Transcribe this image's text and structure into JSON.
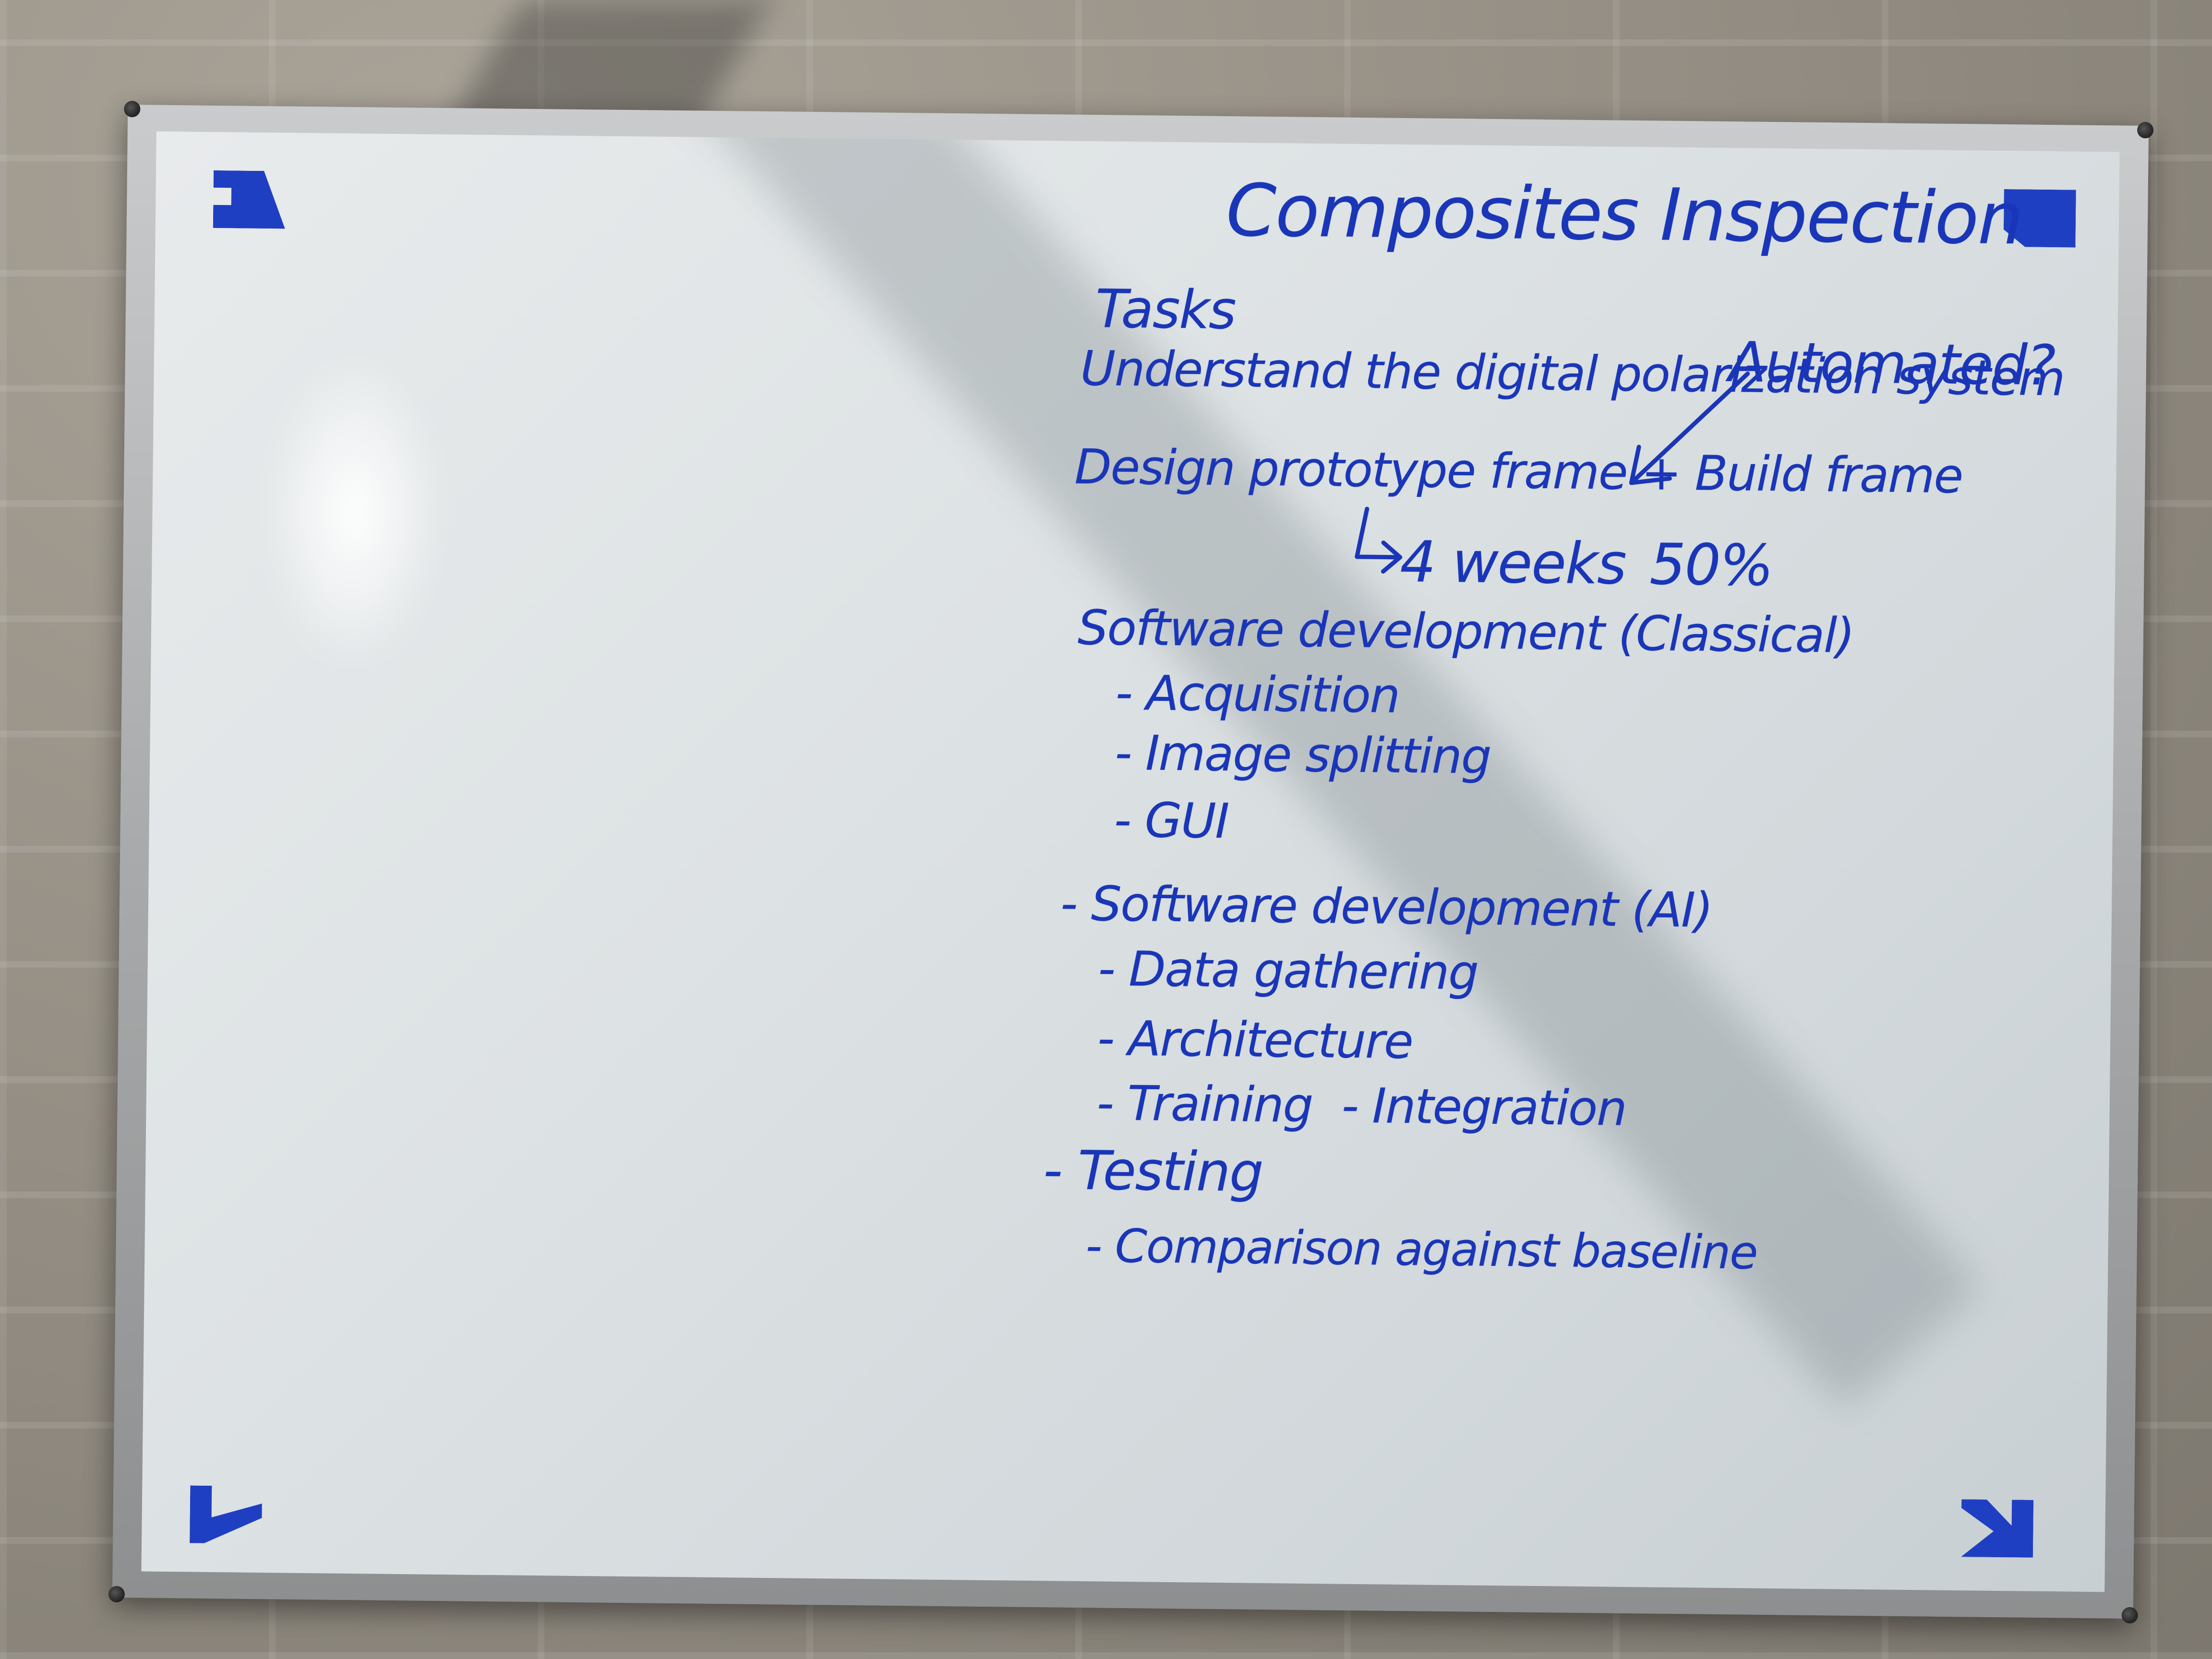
{
  "whiteboard": {
    "title": "Composites Inspection",
    "heading": "Tasks",
    "annotation": "Automated?",
    "items": {
      "understand": "Understand the digital polarization system",
      "design": "Design prototype frame + Build frame",
      "duration": "4 weeks",
      "percent": "50%",
      "software_classical": "Software development (Classical)",
      "acquisition": "- Acquisition",
      "image_splitting": "- Image splitting",
      "gui": "- GUI",
      "software_ai": "- Software development (AI)",
      "data_gathering": "- Data gathering",
      "architecture": "- Architecture",
      "training": "- Training",
      "integration": "- Integration",
      "testing": "- Testing",
      "comparison": "- Comparison against baseline"
    }
  },
  "colors": {
    "marker_ink": "#1a36b8",
    "tape": "#1f3fc2",
    "board_surface": "#e3e7e9",
    "frame": "#b4b6b7",
    "wall": "#9a948a"
  }
}
